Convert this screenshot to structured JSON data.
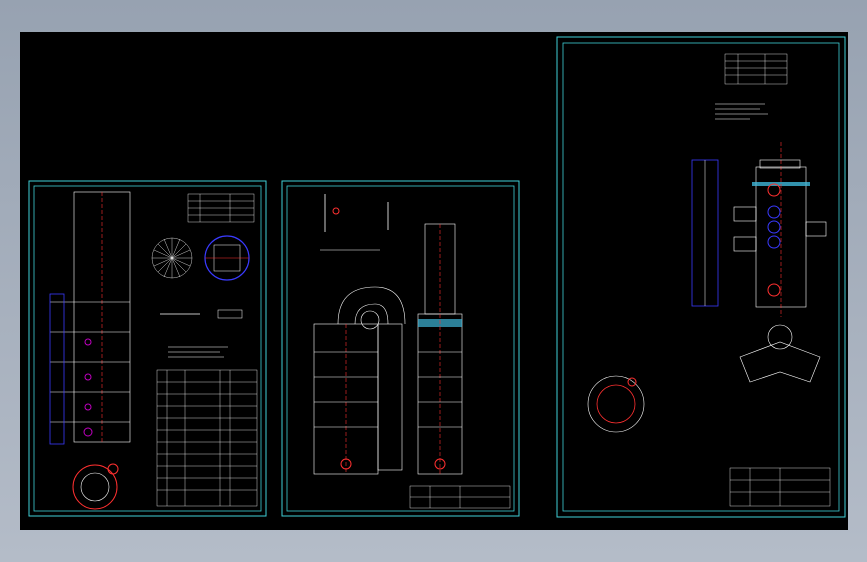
{
  "viewer": {
    "background": "#a9b2bf",
    "canvas_color": "#000000"
  },
  "colors": {
    "border": "#3fd0d8",
    "line": "#ffffff",
    "accent_blue": "#3a3aff",
    "accent_red": "#ff3030",
    "accent_magenta": "#c000c0",
    "cyan_fill": "#3fb7d8"
  },
  "sheets": [
    {
      "id": "sheet-1",
      "kind": "absorption-tower-assembly"
    },
    {
      "id": "sheet-2",
      "kind": "process-layout"
    },
    {
      "id": "sheet-3",
      "kind": "tower-detail"
    }
  ]
}
